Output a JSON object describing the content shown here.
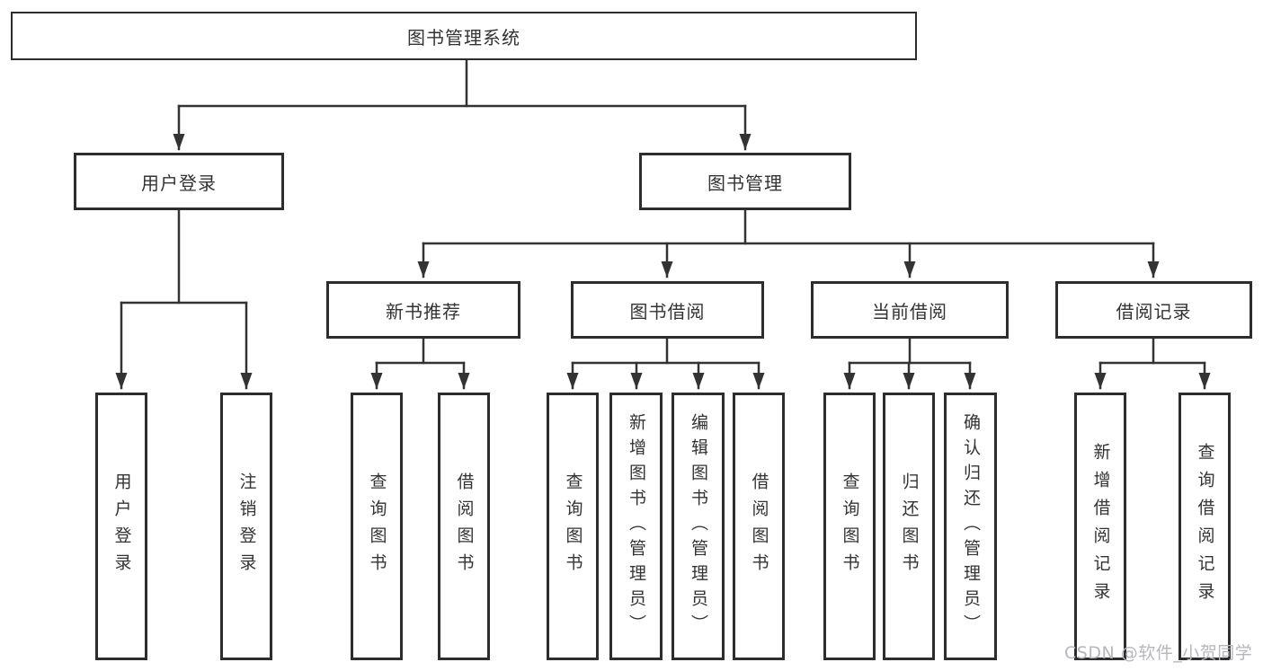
{
  "diagram": {
    "root": {
      "label": "图书管理系统"
    },
    "branches": [
      {
        "label": "用户登录",
        "children": [
          {
            "label": "用户登录"
          },
          {
            "label": "注销登录"
          }
        ]
      },
      {
        "label": "图书管理",
        "children": [
          {
            "label": "新书推荐",
            "children": [
              {
                "label": "查询图书"
              },
              {
                "label": "借阅图书"
              }
            ]
          },
          {
            "label": "图书借阅",
            "children": [
              {
                "label": "查询图书"
              },
              {
                "label": "新增图书（管理员）"
              },
              {
                "label": "编辑图书（管理员）"
              },
              {
                "label": "借阅图书"
              }
            ]
          },
          {
            "label": "当前借阅",
            "children": [
              {
                "label": "查询图书"
              },
              {
                "label": "归还图书"
              },
              {
                "label": "确认归还（管理员）"
              }
            ]
          },
          {
            "label": "借阅记录",
            "children": [
              {
                "label": "新增借阅记录"
              },
              {
                "label": "查询借阅记录"
              }
            ]
          }
        ]
      }
    ]
  },
  "watermark": "CSDN @软件_小贺同学",
  "colors": {
    "line": "#333333",
    "border": "#2d2d2d",
    "text": "#333333",
    "background": "#ffffff",
    "watermark": "#b6b6bc"
  }
}
